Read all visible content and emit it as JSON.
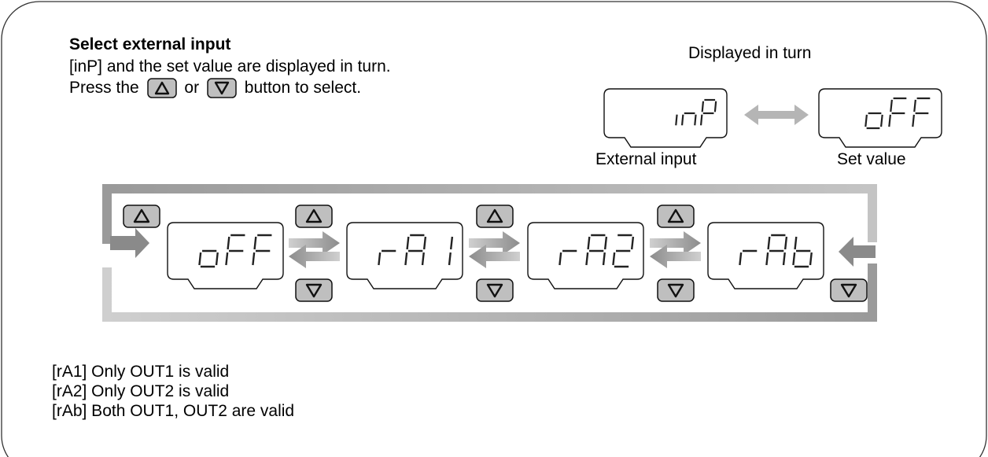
{
  "heading": "Select external input",
  "line1": "[inP] and the set value are displayed in turn.",
  "line2": {
    "press": "Press the",
    "or": "or",
    "button_to_select": "button to select."
  },
  "displayed_in_turn": "Displayed in turn",
  "display_external_input": "inP",
  "display_set_value": "oFF",
  "label_external_input": "External input",
  "label_set_value": "Set value",
  "cycle_displays": [
    "oFF",
    "rA1",
    "rA2",
    "rAb"
  ],
  "notes": [
    "[rA1] Only OUT1 is valid",
    "[rA2] Only OUT2 is valid",
    "[rAb] Both OUT1, OUT2 are valid"
  ],
  "icons": {
    "up": "up-triangle-button-icon",
    "down": "down-triangle-button-icon"
  },
  "colors": {
    "button_fill": "#bfbfbf",
    "arrow": "#8a8a8a",
    "loop": "#a8a8a8",
    "segment": "#222222"
  }
}
